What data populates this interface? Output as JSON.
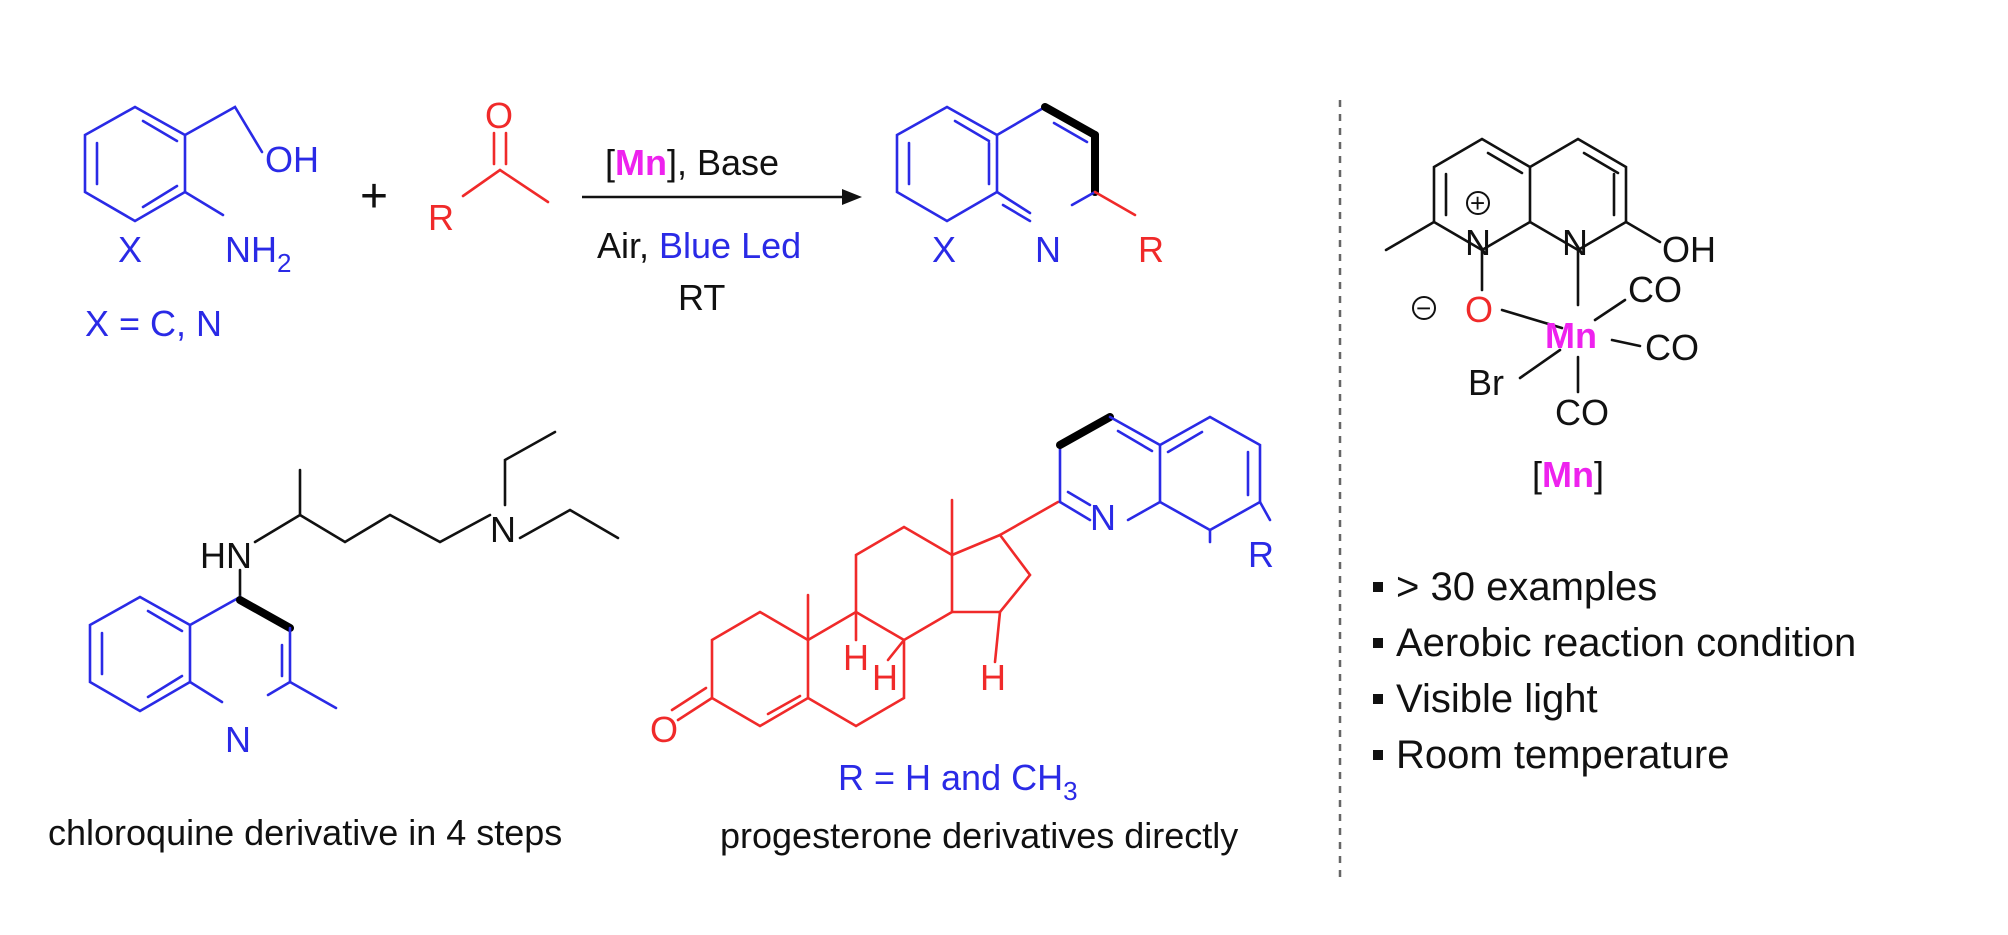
{
  "reaction": {
    "oh_label": "OH",
    "nh2_label": "NH",
    "nh2_sub": "2",
    "x_label": "X",
    "x_def": "X = C, N",
    "plus": "+",
    "ketone_o": "O",
    "ketone_r": "R",
    "cond_open": "[",
    "cond_mn": "Mn",
    "cond_close": "], Base",
    "cond_air": "Air, ",
    "cond_led": "Blue Led",
    "cond_rt": "RT",
    "prod_x": "X",
    "prod_n": "N",
    "prod_r": "R"
  },
  "catalyst": {
    "n_plus": "N",
    "plus_sign": "+",
    "n_right": "N",
    "oh": "OH",
    "minus_sign": "−",
    "o_label": "O",
    "mn": "Mn",
    "co1": "CO",
    "co2": "CO",
    "co3": "CO",
    "br": "Br",
    "name_open": "[",
    "name_mn": "Mn",
    "name_close": "]"
  },
  "chloroquine": {
    "hn": "HN",
    "n_amine": "N",
    "n_ring": "N",
    "caption": "chloroquine derivative in 4 steps"
  },
  "progesterone": {
    "o": "O",
    "h1": "H",
    "h2": "H",
    "h3": "H",
    "n_ring": "N",
    "r": "R",
    "r_def_1": "R = H and CH",
    "r_def_sub": "3",
    "caption": "progesterone derivatives directly"
  },
  "highlights": [
    "> 30 examples",
    "Aerobic reaction condition",
    "Visible light",
    "Room temperature"
  ],
  "colors": {
    "blue": "#2a2ae6",
    "red": "#f02a2a",
    "magenta": "#ee22ee",
    "black": "#111111"
  }
}
